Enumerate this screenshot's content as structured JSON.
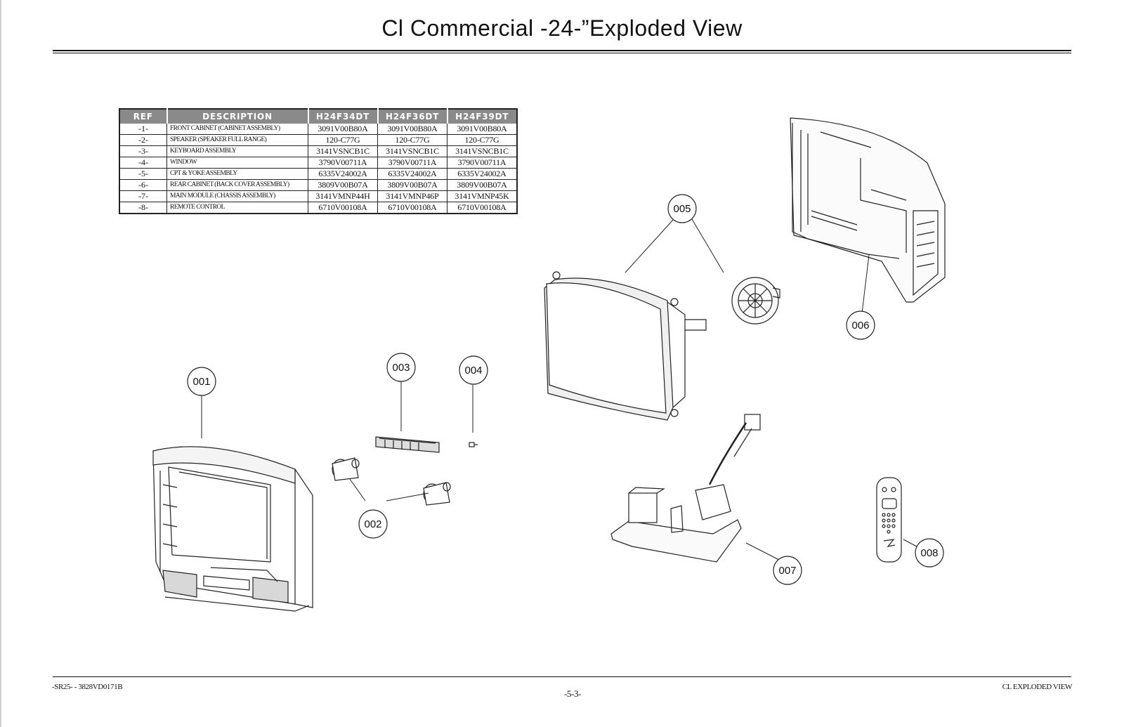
{
  "title": "Cl Commercial -24-”Exploded View",
  "table": {
    "headers": [
      "REF",
      "DESCRIPTION",
      "H24F34DT",
      "H24F36DT",
      "H24F39DT"
    ],
    "rows": [
      {
        "ref": "-1-",
        "desc": "FRONT CABINET (CABINET ASSEMBLY)",
        "m1": "3091V00B80A",
        "m2": "3091V00B80A",
        "m3": "3091V00B80A"
      },
      {
        "ref": "-2-",
        "desc": "SPEAKER (SPEAKER FULL RANGE)",
        "m1": "120-C77G",
        "m2": "120-C77G",
        "m3": "120-C77G"
      },
      {
        "ref": "-3-",
        "desc": "KEYBOARD ASSEMBLY",
        "m1": "3141VSNCB1C",
        "m2": "3141VSNCB1C",
        "m3": "3141VSNCB1C"
      },
      {
        "ref": "-4-",
        "desc": "WINDOW",
        "m1": "3790V00711A",
        "m2": "3790V00711A",
        "m3": "3790V00711A"
      },
      {
        "ref": "-5-",
        "desc": "CPT & YOKE ASSEMBLY",
        "m1": "6335V24002A",
        "m2": "6335V24002A",
        "m3": "6335V24002A"
      },
      {
        "ref": "-6-",
        "desc": "REAR CABINET (BACK COVER ASSEMBLY)",
        "m1": "3809V00B07A",
        "m2": "3809V00B07A",
        "m3": "3809V00B07A"
      },
      {
        "ref": "-7-",
        "desc": "MAIN MODULE (CHASSIS ASSEMBLY)",
        "m1": "3141VMNP44H",
        "m2": "3141VMNP46P",
        "m3": "3141VMNP45K"
      },
      {
        "ref": "-8-",
        "desc": "REMOTE CONTROL",
        "m1": "6710V00108A",
        "m2": "6710V00108A",
        "m3": "6710V00108A"
      }
    ]
  },
  "callouts": {
    "c001": "001",
    "c002": "002",
    "c003": "003",
    "c004": "004",
    "c005": "005",
    "c006": "006",
    "c007": "007",
    "c008": "008"
  },
  "footer": {
    "left": "-SR25- - 3828VD0171B",
    "center": "-5-3-",
    "right": "CL EXPLODED VIEW"
  }
}
